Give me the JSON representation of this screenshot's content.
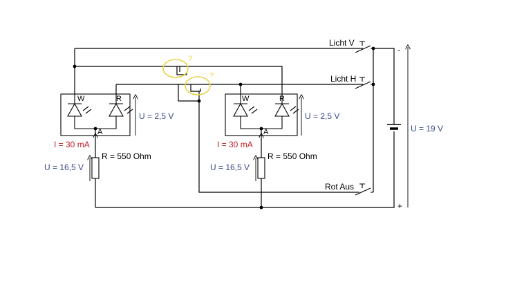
{
  "switches": {
    "licht_v": "Licht V",
    "licht_h": "Licht H",
    "rot_aus": "Rot Aus"
  },
  "battery": {
    "voltage": "U = 19 V",
    "minus": "-",
    "plus": "+"
  },
  "left_module": {
    "led_w": "W",
    "led_r": "R",
    "node": "A",
    "led_voltage": "U = 2,5 V",
    "current": "I = 30 mA",
    "resistor": "R = 550 Ohm",
    "resistor_voltage": "U = 16,5 V"
  },
  "right_module": {
    "led_w": "W",
    "led_r": "R",
    "node": "A",
    "led_voltage": "U = 2,5 V",
    "current": "I = 30 mA",
    "resistor": "R = 550 Ohm",
    "resistor_voltage": "U = 16,5 V"
  },
  "annotations": {
    "q1": "?",
    "q2": "?"
  },
  "colors": {
    "wire": "#000000",
    "voltage_text": "#3b4a8a",
    "current_text": "#c0202a",
    "highlight": "#e8d44a"
  }
}
